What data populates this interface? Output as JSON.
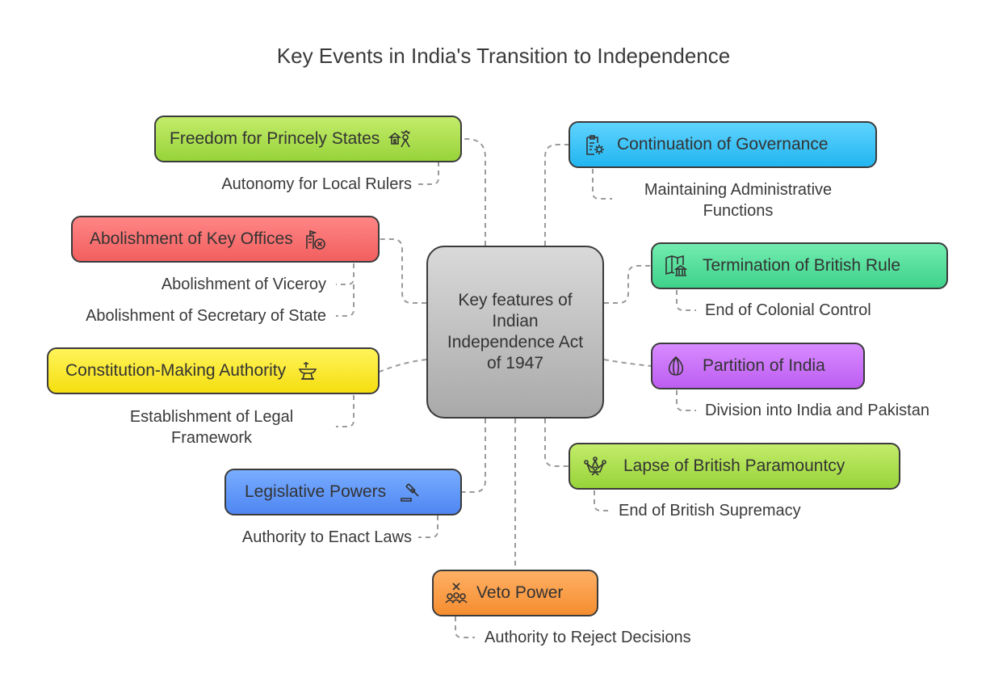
{
  "title": "Key Events in India's Transition to Independence",
  "center": {
    "label": "Key features of Indian Independence Act of 1947"
  },
  "nodes": {
    "princely": {
      "label": "Freedom for Princely States",
      "icon": "princely-state-icon",
      "color": "#b5e555",
      "details": [
        "Autonomy for Local Rulers"
      ]
    },
    "offices": {
      "label": "Abolishment of Key Offices",
      "icon": "office-cancel-icon",
      "color": "#f97272",
      "details": [
        "Abolishment of Viceroy",
        "Abolishment of Secretary of State"
      ]
    },
    "constitution": {
      "label": "Constitution-Making Authority",
      "icon": "anvil-icon",
      "color": "#f9e82f",
      "details": [
        "Establishment of Legal Framework"
      ]
    },
    "legislative": {
      "label": "Legislative Powers",
      "icon": "gavel-icon",
      "color": "#6399f8",
      "details": [
        "Authority to Enact Laws"
      ]
    },
    "veto": {
      "label": "Veto Power",
      "icon": "veto-group-icon",
      "color": "#fa9f4b",
      "details": [
        "Authority to Reject Decisions"
      ]
    },
    "governance": {
      "label": "Continuation of Governance",
      "icon": "clipboard-gear-icon",
      "color": "#3fc4f7",
      "details": [
        "Maintaining Administrative Functions"
      ]
    },
    "termination": {
      "label": "Termination of British Rule",
      "icon": "map-building-icon",
      "color": "#5ae09e",
      "details": [
        "End of Colonial Control"
      ]
    },
    "partition": {
      "label": "Partition of India",
      "icon": "lotus-icon",
      "color": "#cc76f8",
      "details": [
        "Division into India and Pakistan"
      ]
    },
    "paramountcy": {
      "label": "Lapse of British Paramountcy",
      "icon": "crown-icon",
      "color": "#b5e555",
      "details": [
        "End of British Supremacy"
      ]
    }
  }
}
